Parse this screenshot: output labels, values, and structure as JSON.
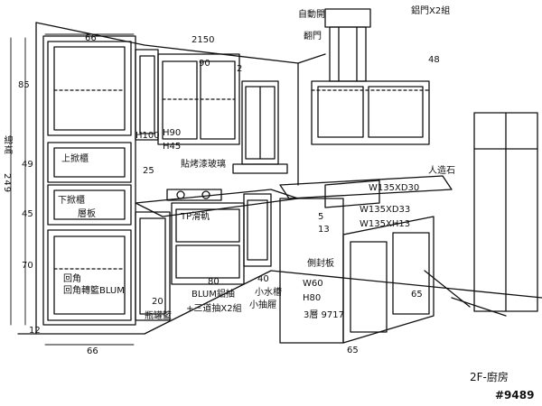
{
  "drawing": {
    "labels": {
      "top_width_left": "66",
      "top_width_mid": "2150",
      "top_width_right": "90",
      "top_marker": "2",
      "range_hood_label": "自動開",
      "range_hood_sub": "翻門",
      "hood_dim": "鋁門X2組",
      "upper_height": "85",
      "total_height_label": "總高",
      "total_height_value": "249",
      "mid_height_49": "49",
      "mid_height_45": "45",
      "lower_height": "70",
      "base_height": "12",
      "upper_lift": "上掀櫃",
      "lower_lift": "下掀櫃",
      "shelf_label": "層板",
      "wall_gap": "25",
      "wall_tile": "貼烤漆玻璃",
      "h100": "H100",
      "h90": "H90",
      "h45": "H45",
      "drawer_label": "TP滑軌",
      "sink_label": "小水槽",
      "counter_label": "W135XD30",
      "counter_top": "人造石",
      "w135_d33": "W135XD33",
      "w135_h13": "W135XH13",
      "side_panel": "側封板",
      "side_w60": "W60",
      "side_h80": "H80",
      "side_3": "3層 9717",
      "left_bottom": "66",
      "bottom_corner": "回角",
      "blum_label": "回角轉籃BLUM",
      "dim_20": "20",
      "spice": "瓶罐籃",
      "dim_80": "80",
      "blum_drawer": "BLUM鋁抽",
      "three_drawer": "+三道抽X2組",
      "dim_40": "40",
      "small_drawer": "小抽屜",
      "dim_65_a": "65",
      "dim_65_b": "65",
      "side_5": "5",
      "side_13": "13",
      "bar_dim": "48",
      "room_label": "2F-廚房",
      "sheet_no": "#9489"
    }
  }
}
